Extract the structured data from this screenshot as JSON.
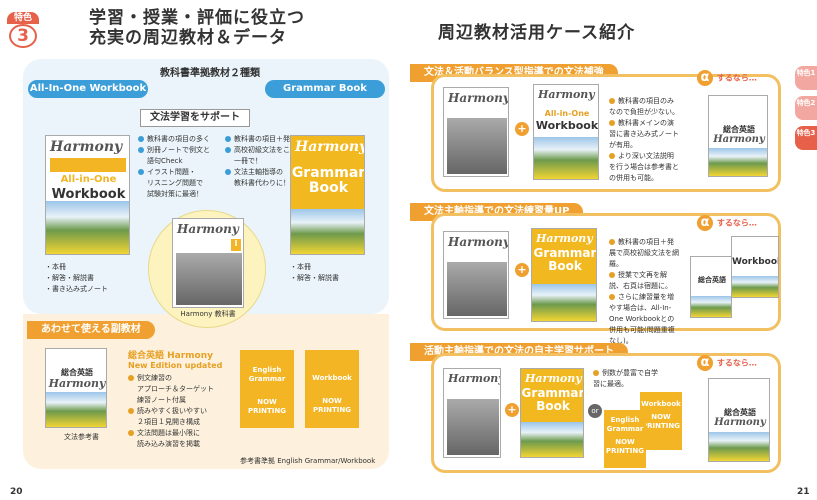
{
  "header": {
    "badge_top": "特色",
    "badge_num": "3",
    "title_line1": "学習・授業・評価に役立つ",
    "title_line2": "充実の周辺教材＆データ",
    "right_title": "周辺教材活用ケース紹介"
  },
  "left": {
    "section_title": "教科書準拠教材２種類",
    "pill_left": "All-In-One Workbook",
    "pill_right": "Grammar Book",
    "support_label": "文法学習をサポート",
    "workbook_header": "Harmony",
    "workbook_sub1": "All-in-One",
    "workbook_sub2": "Workbook",
    "grammar_header": "Harmony",
    "grammar_sub1": "Grammar",
    "grammar_sub2": "Book",
    "textbook_header": "Harmony",
    "textbook_num": "I",
    "mid_bullets": [
      "教科書の項目の多く",
      "別冊ノートで例文と",
      "語句Check",
      "イラスト問題・",
      "リスニング問題で",
      "試験対策に最適！"
    ],
    "right_bullets": [
      "教科書の項目＋発展",
      "高校初級文法をこれ",
      "一冊で！",
      "文法主軸指導の",
      "教科書代わりに！"
    ],
    "wb_list": [
      "・本冊",
      "・解答・解説書",
      "・書き込み式ノート"
    ],
    "gb_list": [
      "・本冊",
      "・解答・解説書"
    ],
    "textbook_caption": "Harmony 教科書",
    "sub_title": "あわせて使える副教材",
    "sub_book_header": "総合英語",
    "sub_book_header2": "Harmony",
    "sub_name1": "総合英語 Harmony",
    "sub_name2": "New Edition updated",
    "sub_bullets": [
      "例文練習の",
      "アプローチ＆ターゲット",
      "練習ノート付属",
      "読みやすく扱いやすい",
      "２項目１見開き構成",
      "文法問題は最小限に",
      "読み込み演習を掲載"
    ],
    "sub_caption": "文法参考書",
    "np1_title": "English Grammar",
    "np1_status": "NOW PRINTING",
    "np2_title": "Workbook",
    "np2_status": "NOW PRINTING",
    "bottom_caption": "参考書準拠 English Grammar/Workbook"
  },
  "cases": [
    {
      "banner": "文法＆活動バランス型指導での文法補強",
      "book1": "Harmony",
      "book2_a": "All-in-One",
      "book2_b": "Workbook",
      "bullets": [
        "教科書の項目のみなので負担が少ない。",
        "教科書メインの演習に書き込み式ノートが有用。",
        "より深い文法説明を行う場合は参考書との併用も可能。"
      ],
      "alpha": "するなら…",
      "alpha_book_a": "総合英語",
      "alpha_book_b": "Harmony"
    },
    {
      "banner": "文法主軸指導での文法練習量UP",
      "book1": "Harmony",
      "book2_a": "Grammar",
      "book2_b": "Book",
      "bullets": [
        "教科書の項目＋発展で高校初級文法を網羅。",
        "授業で文再を解説、右頁は宿題に。",
        "さらに練習量を増やす場合は、All-In-One Workbookとの併用も可能(問題重複なし)。"
      ],
      "alpha": "するなら…",
      "alpha_book_a": "総合英語",
      "alpha_book_b": "Workbook"
    },
    {
      "banner": "活動主軸指導での文法の自主学習サポート",
      "book1": "Harmony",
      "book2_a": "Grammar",
      "book2_b": "Book",
      "bullets": [
        "例数が豊富で自学習に最適。"
      ],
      "or": "or",
      "np_a": "English Grammar",
      "np_a_status": "NOW PRINTING",
      "np_b": "Workbook",
      "np_b_status": "NOW PRINTING",
      "alpha": "するなら…",
      "alpha_book_a": "総合英語",
      "alpha_book_b": "Harmony"
    }
  ],
  "side_tabs": [
    "特色1",
    "特色2",
    "特色3"
  ],
  "page_left": "20",
  "page_right": "21",
  "colors": {
    "accent": "#f0a030",
    "blue": "#3b9ed8",
    "red": "#e6604a"
  }
}
